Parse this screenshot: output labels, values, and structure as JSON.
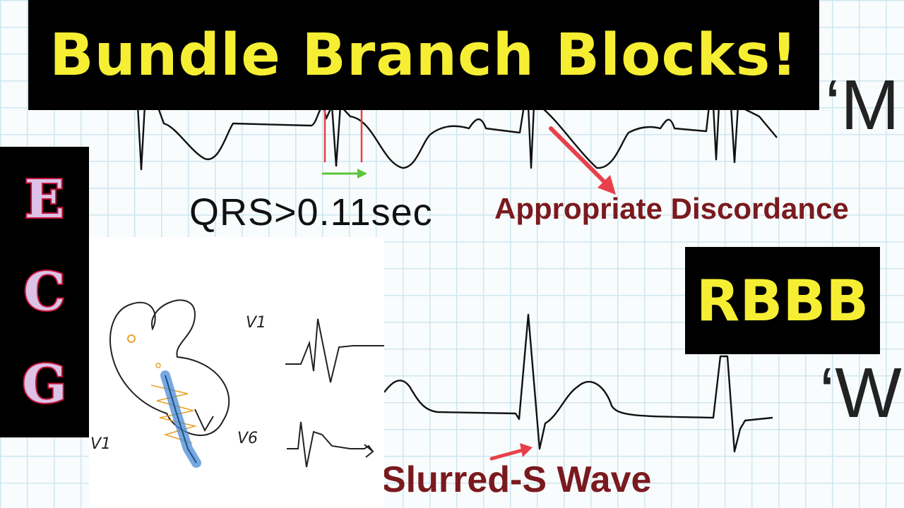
{
  "title": "Bundle Branch Blocks!",
  "side_letters": [
    "E",
    "C",
    "G"
  ],
  "labels": {
    "qrs": "QRS>0.11sec",
    "appropriate_discordance": "Appropriate Discordance",
    "m_mark": "‘M",
    "w_mark": "‘W",
    "rbbb": "RBBB",
    "slurred_s": "Slurred-S Wave"
  },
  "sketch": {
    "lead_v1_top": "V1",
    "lead_v1_bottom": "V1",
    "lead_v6": "V6"
  },
  "colors": {
    "banner_bg": "#000000",
    "banner_text": "#f6ee33",
    "letter_fill": "#dcc2e6",
    "letter_stroke": "#c2133a",
    "annotation_text": "#7a1a1e",
    "arrow_red": "#e8404a",
    "arrow_green": "#5cc63a",
    "ecg_trace": "#111111",
    "grid": "#cfe6ee"
  }
}
